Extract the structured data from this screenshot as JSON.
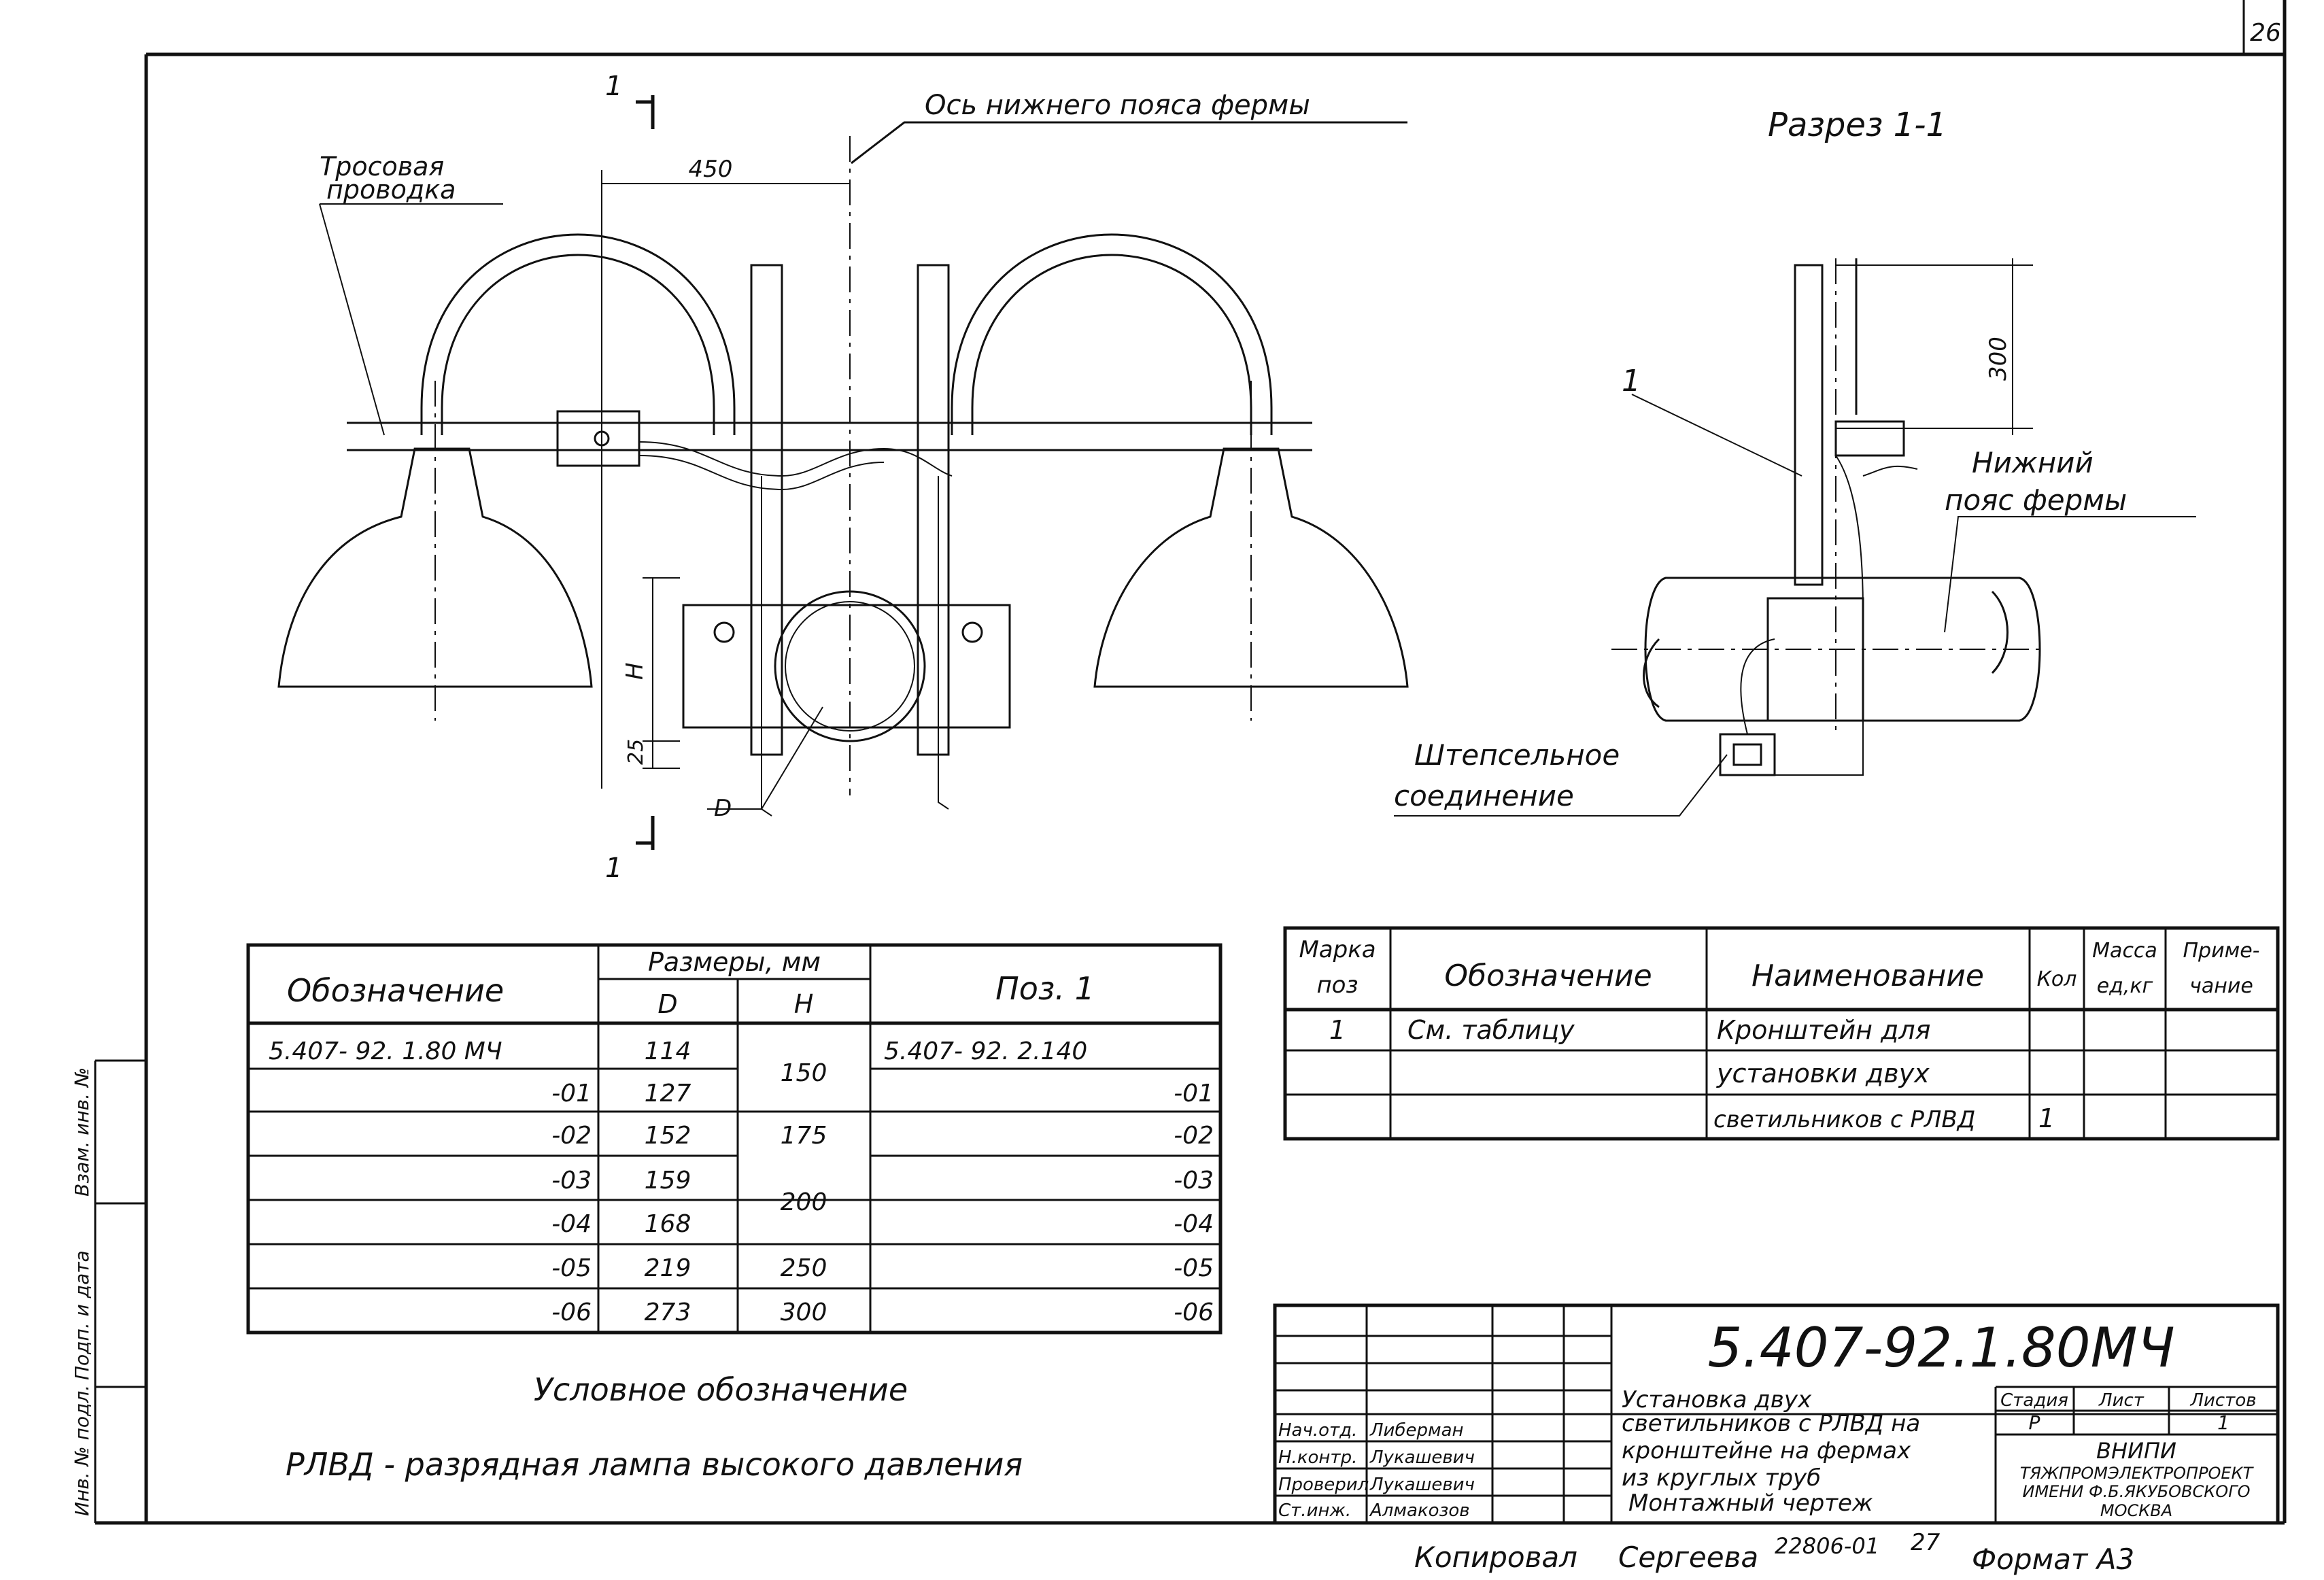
{
  "sheet_number": "26",
  "main_view": {
    "cable_label_line1": "Тросовая",
    "cable_label_line2": "проводка",
    "truss_axis_label": "Ось нижнего пояса фермы",
    "dim_450": "450",
    "dim_H": "H",
    "dim_25": "25",
    "dim_D": "D",
    "section_mark": "1"
  },
  "section_view": {
    "title": "Разрез 1-1",
    "dim_300": "300",
    "callout_1": "1",
    "chord_label_line1": "Нижний",
    "chord_label_line2": "пояс фермы",
    "plug_label_line1": "Штепсельное",
    "plug_label_line2": "соединение"
  },
  "size_table": {
    "col_designation": "Обозначение",
    "col_sizes": "Размеры, мм",
    "col_D": "D",
    "col_H": "H",
    "col_pos": "Поз. 1",
    "rows": [
      {
        "designation": "5.407- 92. 1.80 МЧ",
        "D": "114",
        "H": "150",
        "pos": "5.407- 92. 2.140"
      },
      {
        "designation": "-01",
        "D": "127",
        "H": "",
        "pos": "-01"
      },
      {
        "designation": "-02",
        "D": "152",
        "H": "175",
        "pos": "-02"
      },
      {
        "designation": "-03",
        "D": "159",
        "H": "200",
        "pos": "-03"
      },
      {
        "designation": "-04",
        "D": "168",
        "H": "",
        "pos": "-04"
      },
      {
        "designation": "-05",
        "D": "219",
        "H": "250",
        "pos": "-05"
      },
      {
        "designation": "-06",
        "D": "273",
        "H": "300",
        "pos": "-06"
      }
    ]
  },
  "spec_table": {
    "col_mark_line1": "Марка",
    "col_mark_line2": "поз",
    "col_designation": "Обозначение",
    "col_name": "Наименование",
    "col_qty": "Кол",
    "col_mass_line1": "Масса",
    "col_mass_line2": "ед,кг",
    "col_note_line1": "Приме-",
    "col_note_line2": "чание",
    "row_mark": "1",
    "row_designation": "См. таблицу",
    "row_name_line1": "Кронштейн для",
    "row_name_line2": "установки двух",
    "row_name_line3": "светильников с РЛВД",
    "row_qty": "1"
  },
  "legend": {
    "title": "Условное обозначение",
    "text": "РЛВД - разрядная лампа высокого давления"
  },
  "title_block": {
    "doc_number": "5.407-92.1.80МЧ",
    "title_line1": "Установка двух",
    "title_line2": "светильников с РЛВД на",
    "title_line3": "кронштейне на фермах",
    "title_line4": "из круглых труб",
    "title_line5": "Монтажный чертеж",
    "col_stage": "Стадия",
    "col_sheet": "Лист",
    "col_sheets": "Листов",
    "stage_value": "Р",
    "sheets_value": "1",
    "org_line1": "ВНИПИ",
    "org_line2": "ТЯЖПРОМЭЛЕКТРОПРОЕКТ",
    "org_line3": "ИМЕНИ Ф.Б.ЯКУБОВСКОГО",
    "org_line4": "МОСКВА",
    "staff": [
      {
        "role": "Нач.отд.",
        "name": "Либерман"
      },
      {
        "role": "Н.контр.",
        "name": "Лукашевич"
      },
      {
        "role": "Проверил",
        "name": "Лукашевич"
      },
      {
        "role": "Ст.инж.",
        "name": "Алмакозов"
      }
    ]
  },
  "side_stamp": {
    "label_1": "Инв. № подл.",
    "label_2": "Подп. и дата",
    "label_3": "Взам. инв. №"
  },
  "footer": {
    "copied": "Копировал",
    "copier": "Сергеева",
    "number": "22806-01",
    "page": "27",
    "format": "Формат А3"
  }
}
